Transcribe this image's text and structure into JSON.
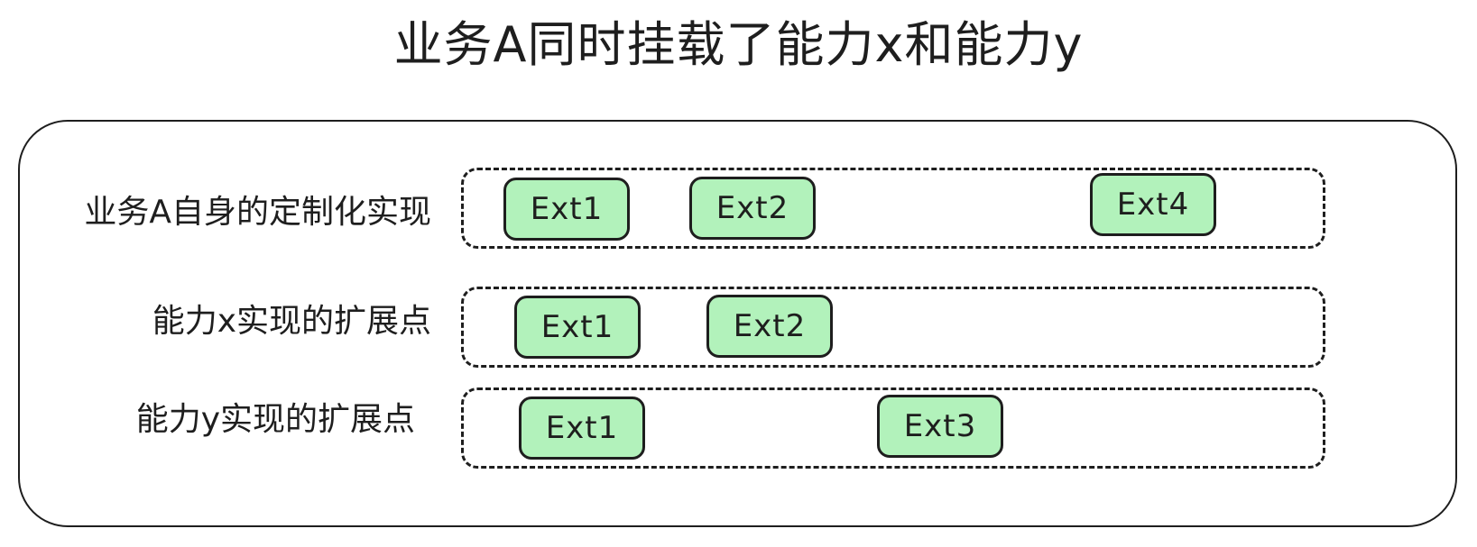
{
  "title": "业务A同时挂载了能力x和能力y",
  "rows": [
    {
      "label": "业务A自身的定制化实现",
      "exts": [
        "Ext1",
        "Ext2",
        "Ext4"
      ]
    },
    {
      "label": "能力x实现的扩展点",
      "exts": [
        "Ext1",
        "Ext2"
      ]
    },
    {
      "label": "能力y实现的扩展点",
      "exts": [
        "Ext1",
        "Ext3"
      ]
    }
  ],
  "colors": {
    "ext_fill": "#b2f2bb",
    "stroke": "#1e1e1e"
  }
}
